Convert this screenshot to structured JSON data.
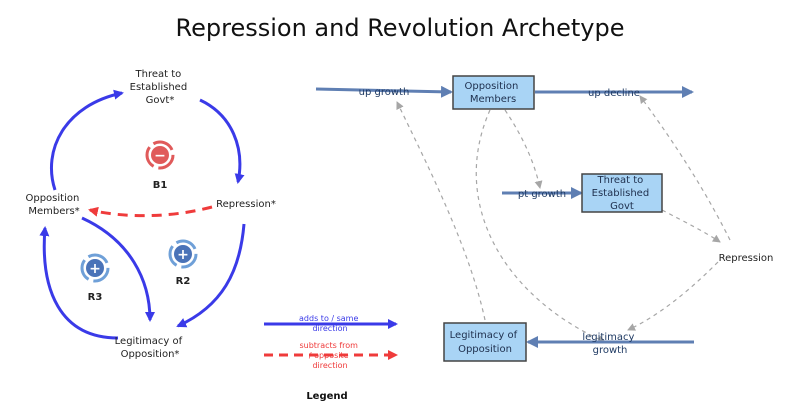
{
  "title": "Repression and Revolution Archetype",
  "cld": {
    "nodes": {
      "threat": [
        "Threat to",
        "Established",
        "Govt*"
      ],
      "repression": "Repression*",
      "opposition": [
        "Opposition",
        "Members*"
      ],
      "legitimacy": [
        "Legitimacy of",
        "Opposition*"
      ]
    },
    "loops": {
      "b1": {
        "label": "B1",
        "sign": "−",
        "color": "#e05a5a"
      },
      "r2": {
        "label": "R2",
        "sign": "+",
        "color": "#4a73b8"
      },
      "r3": {
        "label": "R3",
        "sign": "+",
        "color": "#4a73b8"
      }
    }
  },
  "legend": {
    "title": "Legend",
    "same": [
      "adds to / same",
      "direction"
    ],
    "opposite": [
      "subtracts from",
      "/ opposite",
      "direction"
    ],
    "same_color": "#3a3ae8",
    "opposite_color": "#ef3b3b"
  },
  "sfd": {
    "stocks": {
      "opposition": [
        "Opposition",
        "Members"
      ],
      "threat": [
        "Threat to",
        "Established",
        "Govt"
      ],
      "legitimacy": [
        "Legitimacy of",
        "Opposition"
      ]
    },
    "flows": {
      "up_growth": "up growth",
      "up_decline": "up decline",
      "pt_growth": "pt growth",
      "legitimacy_growth": [
        "legitimacy",
        "growth"
      ]
    },
    "aux": {
      "repression": "Repression"
    },
    "stock_fill": "#a9d4f5",
    "flow_color": "#5f7fb3"
  }
}
